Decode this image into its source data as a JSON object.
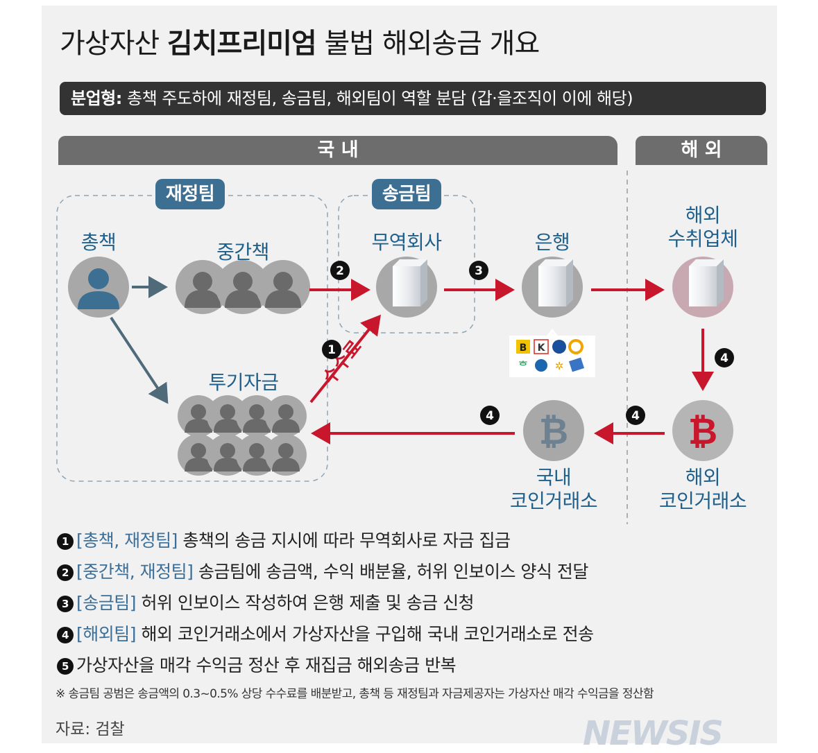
{
  "title": {
    "prefix": "가상자산",
    "bold": "김치프리미엄",
    "suffix": "불법 해외송금 개요"
  },
  "subtitle": {
    "bold": "분업형:",
    "text": "총책 주도하에 재정팀, 송금팀, 해외팀이 역할 분담 (갑·을조직이 이에 해당)"
  },
  "regions": {
    "domestic": "국 내",
    "overseas": "해 외"
  },
  "teams": {
    "finance": "재정팀",
    "remit": "송금팀"
  },
  "nodes": {
    "boss": "총책",
    "middle": "중간책",
    "investors": "투기자금",
    "trading_company": "무역회사",
    "bank": "은행",
    "overseas_receiver_line1": "해외",
    "overseas_receiver_line2": "수취업체",
    "domestic_exchange_line1": "국내",
    "domestic_exchange_line2": "코인거래소",
    "overseas_exchange_line1": "해외",
    "overseas_exchange_line2": "코인거래소"
  },
  "fee_label": "수수료",
  "step_badges": {
    "s1": "1",
    "s2": "2",
    "s3": "3",
    "s4a": "4",
    "s4b": "4",
    "s4c": "4"
  },
  "legend": [
    {
      "num": "1",
      "team": "[총책, 재정팀]",
      "text": "총책의 송금 지시에 따라 무역회사로 자금 집금"
    },
    {
      "num": "2",
      "team": "[중간책, 재정팀]",
      "text": "송금팀에 송금액, 수익 배분율, 허위 인보이스 양식 전달"
    },
    {
      "num": "3",
      "team": "[송금팀]",
      "text": "허위 인보이스 작성하여 은행 제출 및 송금 신청"
    },
    {
      "num": "4",
      "team": "[해외팀]",
      "text": "해외 코인거래소에서 가상자산을 구입해 국내 코인거래소로 전송"
    },
    {
      "num": "5",
      "team": "",
      "text": "가상자산을 매각 수익금 정산 후 재집금 해외송금 반복"
    }
  ],
  "note": "※ 송금팀 공범은 송금액의 0.3~0.5% 상당 수수료를 배분받고, 총책 등 재정팀과 자금제공자는 가상자산 매각 수익금을 정산함",
  "source": "자료: 검찰",
  "watermark": "NEWSIS",
  "bank_logo_letters": {
    "b": "B",
    "k": "K"
  },
  "colors": {
    "red": "#c8162c",
    "blue": "#3d6f92",
    "dark": "#333333",
    "arrow_gray": "#4f6b7a"
  }
}
